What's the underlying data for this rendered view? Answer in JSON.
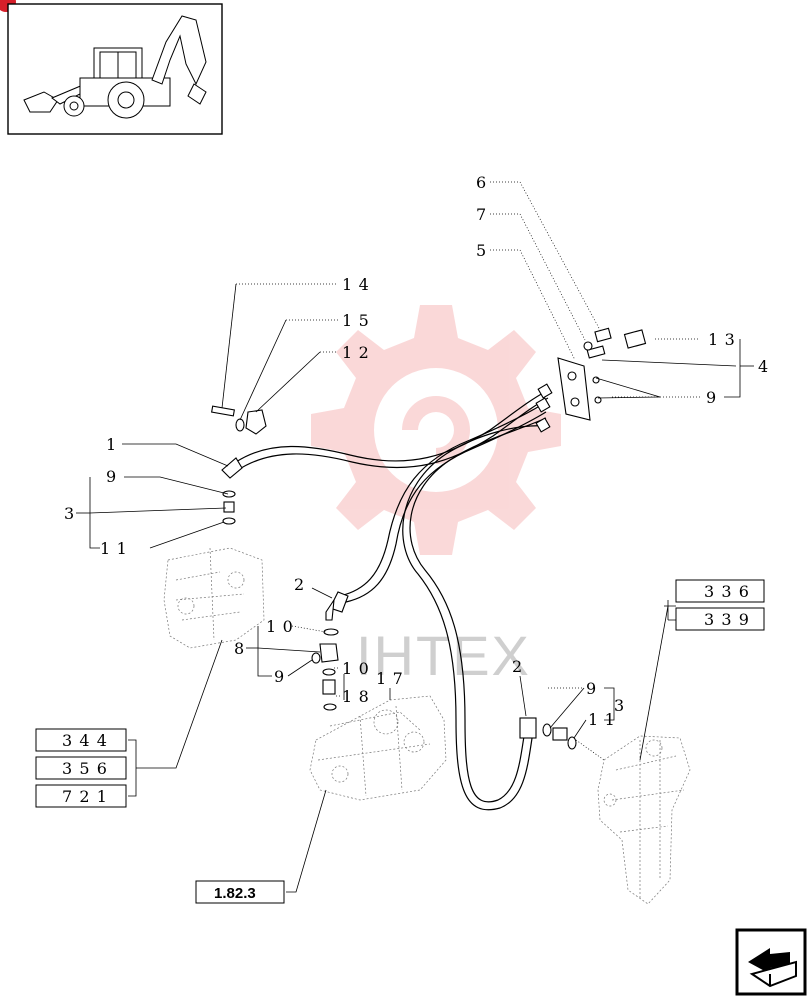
{
  "callouts": {
    "c1": "1",
    "c2a": "2",
    "c2b": "2",
    "c3a": "3",
    "c3b": "3",
    "c4": "4",
    "c5": "5",
    "c6": "6",
    "c7": "7",
    "c8": "8",
    "c9a": "9",
    "c9b": "9",
    "c9c": "9",
    "c9d": "9",
    "c10a": "10",
    "c10b": "10",
    "c11a": "11",
    "c11b": "11",
    "c12": "12",
    "c13": "13",
    "c14": "14",
    "c15": "15",
    "c17": "17",
    "c18": "18"
  },
  "refs": {
    "r336": "336",
    "r339": "339",
    "r344": "344",
    "r356": "356",
    "r721": "721",
    "r1823": "1.82.3"
  },
  "watermark": {
    "text": "IHTEX",
    "color": "#e52c2c"
  }
}
